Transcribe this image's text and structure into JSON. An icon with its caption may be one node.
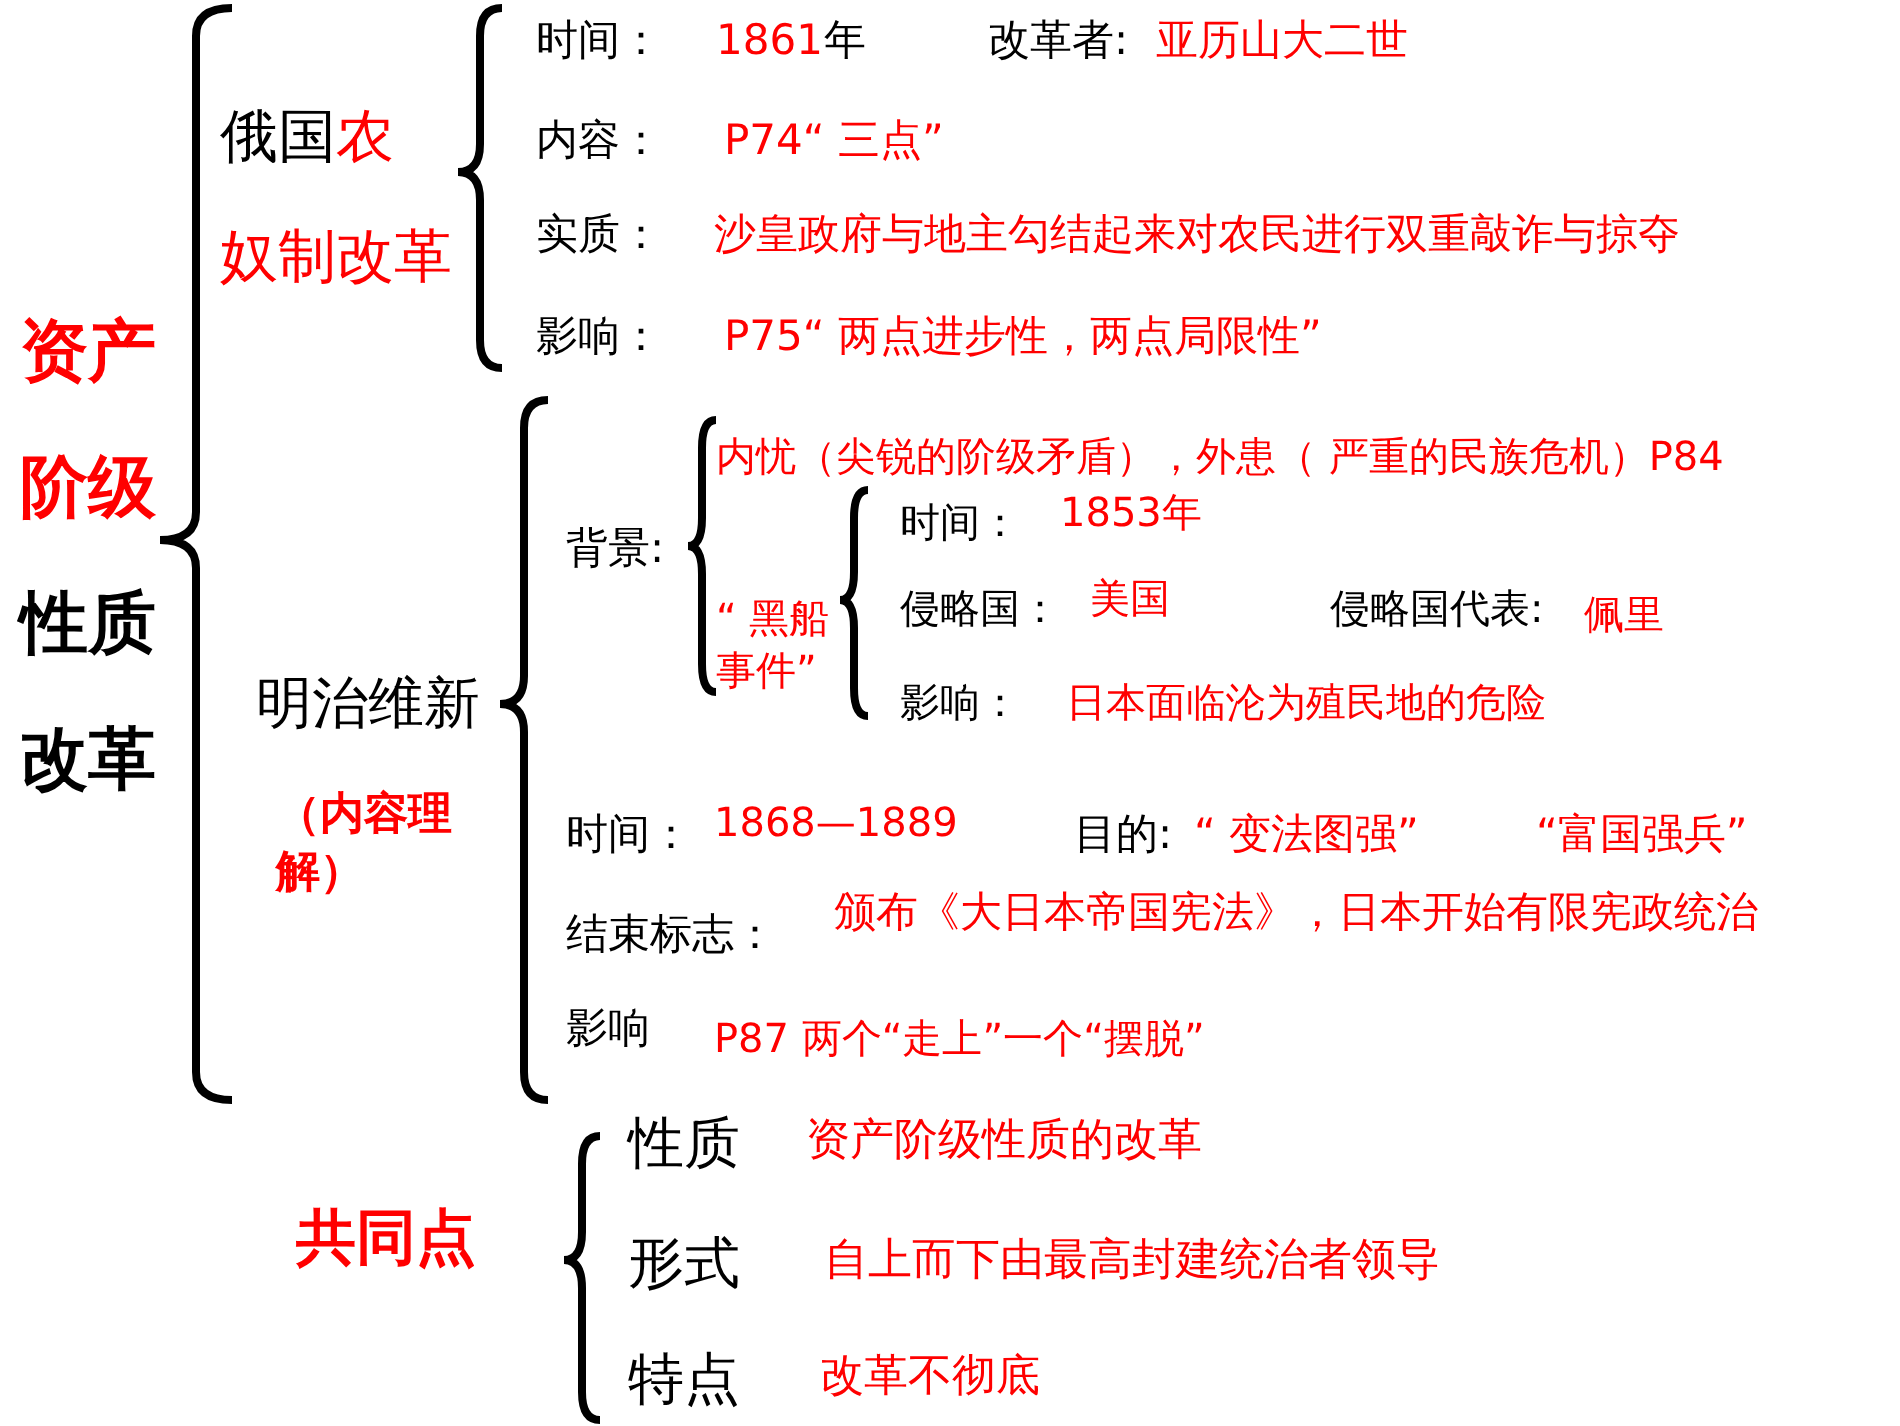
{
  "diagram": {
    "labels": [
      "资产阶级",
      "性质改革",
      "俄国",
      "农奴制改革",
      "时间：",
      "1861",
      "年",
      "改革者:",
      "亚历山大二世",
      "内容：",
      "P74“ 三点”",
      "实质：",
      "沙皇政府与地主勾结起来对农民进行双重敲诈与掠夺",
      "影响：",
      "P75“ 两点进步性，两点局限性”",
      "明治维新",
      "（内容理解）",
      "背景:",
      "内忧（尖锐的阶级矛盾），外患（ 严重的民族危机）P84",
      "“ 黑船事件”",
      "时间：",
      "1853年",
      "侵略国：",
      "美国",
      "侵略国代表:",
      "佩里",
      "影响：",
      "日本面临沦为殖民地的危险",
      "时间：",
      "1868—1889",
      "目的:",
      "“ 变法图强”",
      "“富国强兵”",
      "结束标志：",
      "颁布《大日本帝国宪法》，日本开始有限宪政统治",
      "影响",
      "P87 两个“走上”一个“摆脱”",
      "共同点",
      "性质",
      "资产阶级性质的改革",
      "形式",
      "自上而下由最高封建统治者领导",
      "特点",
      "改革不彻底"
    ]
  }
}
